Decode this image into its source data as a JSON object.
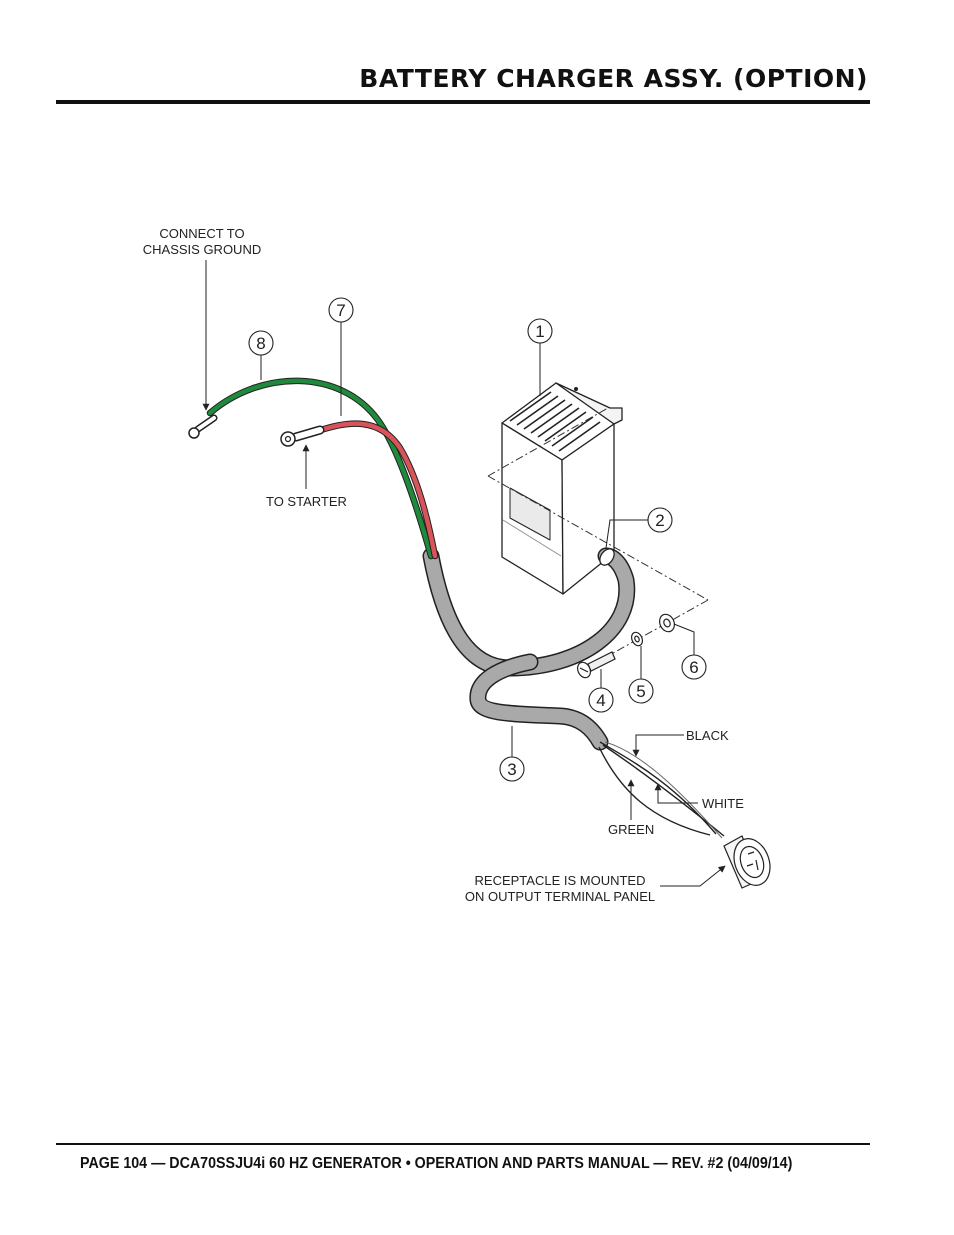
{
  "header": {
    "title": "BATTERY CHARGER ASSY. (OPTION)"
  },
  "footer": {
    "text": "PAGE 104 — DCA70SSJU4i 60 HZ GENERATOR • OPERATION AND PARTS MANUAL — REV. #2 (04/09/14)"
  },
  "diagram": {
    "callouts": [
      "1",
      "2",
      "3",
      "4",
      "5",
      "6",
      "7",
      "8"
    ],
    "labels": {
      "connect_line1": "CONNECT TO",
      "connect_line2": "CHASSIS GROUND",
      "to_starter": "TO STARTER",
      "black": "BLACK",
      "white": "WHITE",
      "green": "GREEN",
      "receptacle_line1": "RECEPTACLE IS MOUNTED",
      "receptacle_line2": "ON OUTPUT TERMINAL PANEL"
    },
    "colors": {
      "green_wire": "#1f8a3c",
      "red_wire": "#d9535a",
      "sleeve": "#a9a9a9"
    }
  }
}
